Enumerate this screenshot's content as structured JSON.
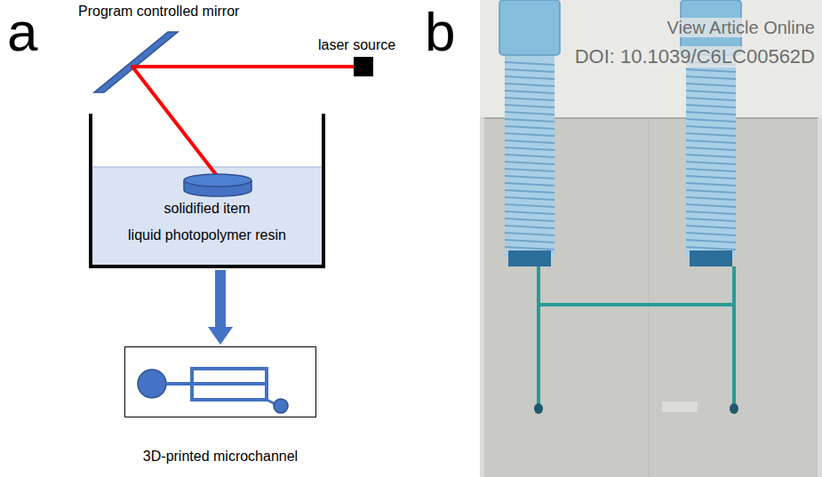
{
  "diagram": {
    "nodes": [
      {
        "text": [
          "solidified item",
          "liquid photopolymer resin"
        ]
      },
      {
        "text": [
          "3D-printed microchannel"
        ]
      }
    ],
    "edges": [
      {
        "from": 0,
        "to": 1,
        "arrow": "to"
      }
    ],
    "labels": [
      "a",
      "Program controlled mirror",
      "laser source",
      "b",
      "View Article Online",
      "DOI: 10.1039/C6LC00562D"
    ]
  }
}
